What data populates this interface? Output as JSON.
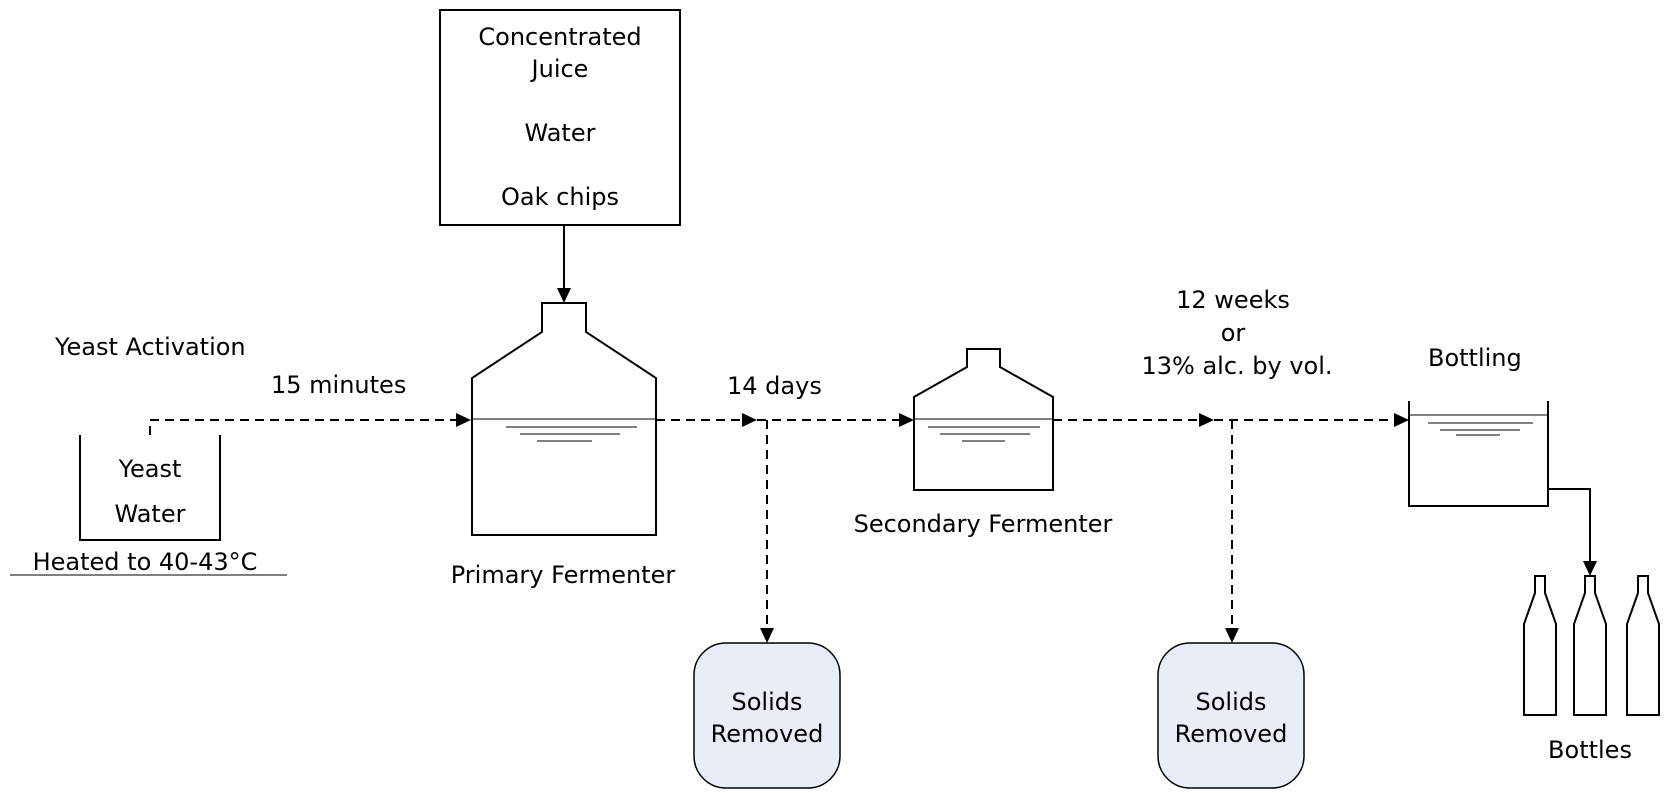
{
  "ingredients": {
    "line1": "Concentrated",
    "line2": "Juice",
    "line3": "Water",
    "line4": "Oak chips"
  },
  "yeast_activation": {
    "title": "Yeast Activation",
    "contents": [
      "Yeast",
      "Water"
    ],
    "condition": "Heated to 40-43°C"
  },
  "steps": {
    "to_primary": "15 minutes",
    "to_secondary": "14 days",
    "to_bottling": [
      "12 weeks",
      "or",
      "13% alc. by vol."
    ]
  },
  "primary_fermenter": {
    "label": "Primary Fermenter"
  },
  "secondary_fermenter": {
    "label": "Secondary Fermenter"
  },
  "bottling": {
    "label": "Bottling"
  },
  "bottles": {
    "label": "Bottles"
  },
  "solids_removed": [
    {
      "line1": "Solids",
      "line2": "Removed"
    },
    {
      "line1": "Solids",
      "line2": "Removed"
    }
  ],
  "colors": {
    "solids_fill": "#e8edf7",
    "line": "#000000"
  }
}
